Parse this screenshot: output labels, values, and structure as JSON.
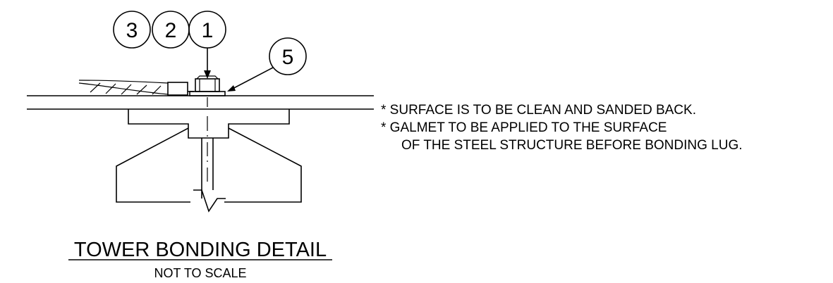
{
  "balloons": {
    "b3": "3",
    "b2": "2",
    "b1": "1",
    "b5": "5"
  },
  "notes": [
    "* SURFACE IS TO BE CLEAN AND SANDED BACK.",
    "* GALMET TO BE APPLIED TO THE SURFACE",
    "OF THE STEEL STRUCTURE BEFORE BONDING LUG."
  ],
  "title": "TOWER BONDING DETAIL",
  "subtitle": "NOT TO SCALE"
}
